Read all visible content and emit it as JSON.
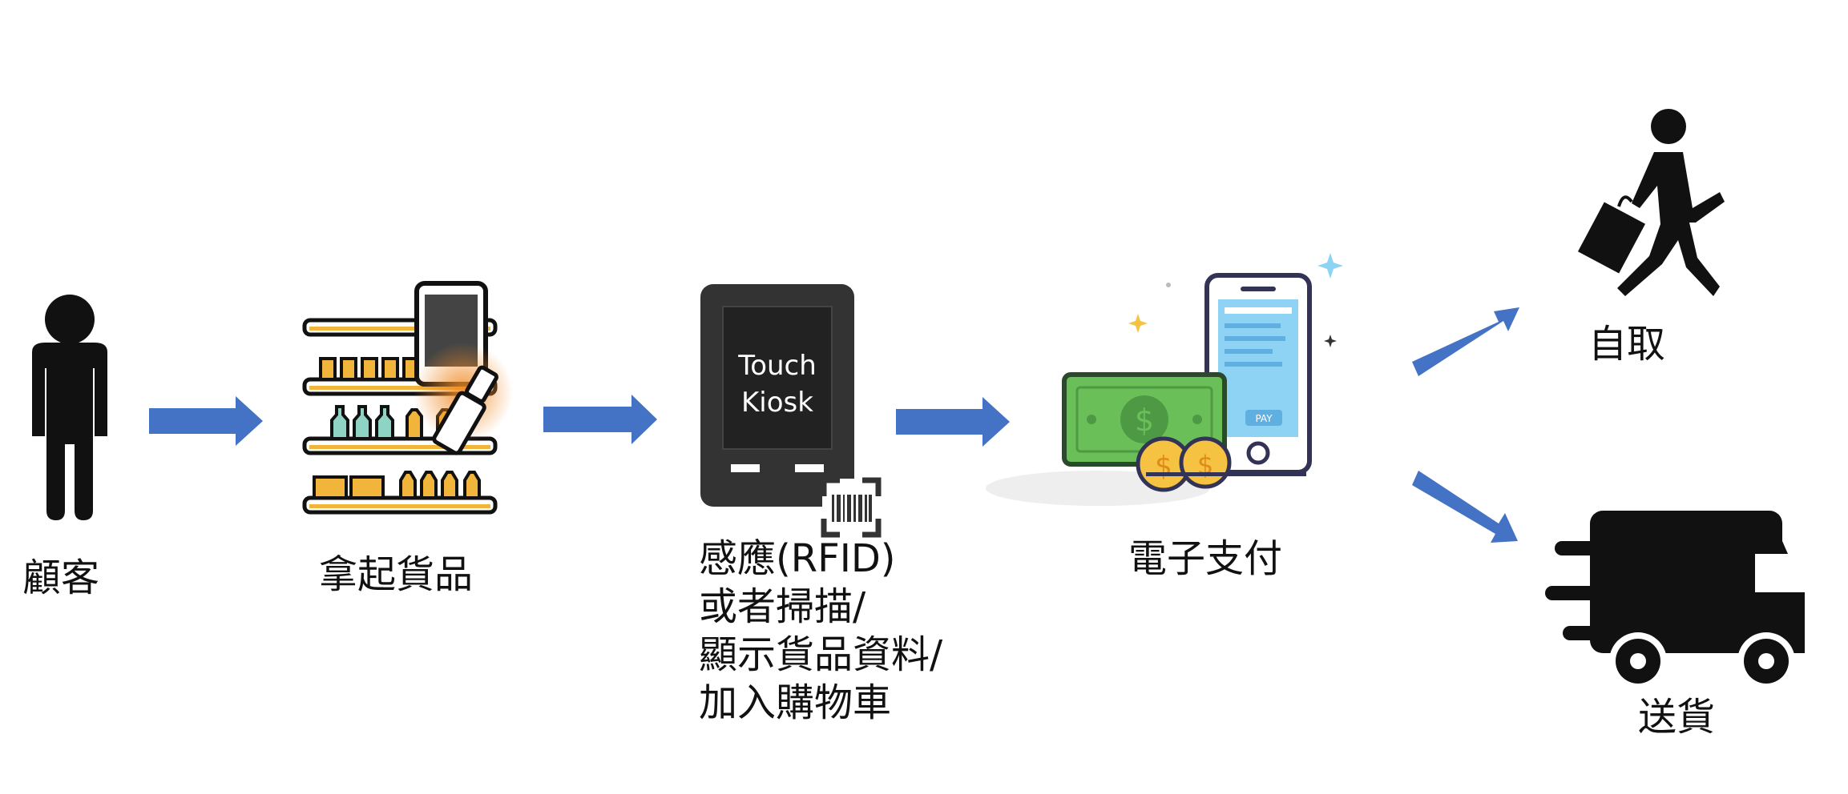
{
  "steps": {
    "customer": {
      "label": "顧客"
    },
    "pick_up": {
      "label": "拿起貨品"
    },
    "kiosk": {
      "screen_line1": "Touch",
      "screen_line2": "Kiosk",
      "label_lines": [
        "感應(RFID)",
        "或者掃描/",
        "顯示貨品資料/",
        "加入購物車"
      ]
    },
    "payment": {
      "label": "電子支付",
      "pay_badge": "PAY"
    },
    "self_pickup": {
      "label": "自取"
    },
    "delivery": {
      "label": "送貨"
    }
  },
  "colors": {
    "arrow": "#4472c4",
    "icon": "#111111",
    "money": "#6bbf59",
    "coin": "#f5c242",
    "phone_screen": "#8fd3f4",
    "shelf_accent": "#f2b53b",
    "lipstick_glow": "#f08a24"
  }
}
